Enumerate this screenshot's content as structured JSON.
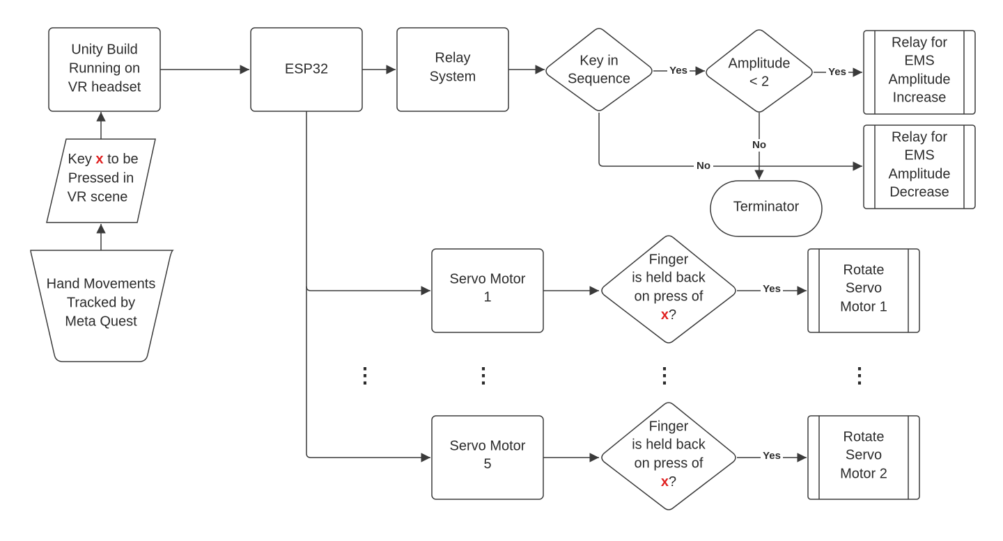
{
  "colors": {
    "accent": "#e02020",
    "stroke": "#3a3a3a",
    "text": "#2b2b2b"
  },
  "nodes": {
    "unity": [
      "Unity Build",
      "Running on",
      "VR headset"
    ],
    "key_pressed": {
      "l1_pre": "Key ",
      "l1_accent": "x",
      "l1_post": " to be",
      "l2": "Pressed in",
      "l3": "VR scene"
    },
    "hand_tracking": [
      "Hand Movements",
      "Tracked by",
      "Meta Quest"
    ],
    "esp32": "ESP32",
    "relay_system": [
      "Relay",
      "System"
    ],
    "key_in_sequence": [
      "Key in",
      "Sequence"
    ],
    "amplitude": [
      "Amplitude",
      "< 2"
    ],
    "relay_increase": [
      "Relay for",
      "EMS",
      "Amplitude",
      "Increase"
    ],
    "relay_decrease": [
      "Relay for",
      "EMS",
      "Amplitude",
      "Decrease"
    ],
    "terminator": "Terminator",
    "servo1": [
      "Servo Motor",
      "1"
    ],
    "servo5": [
      "Servo Motor",
      "5"
    ],
    "finger1": {
      "l1": "Finger",
      "l2": "is held back",
      "l3": "on press of",
      "l4_accent": "x",
      "l4_post": "?"
    },
    "finger5": {
      "l1": "Finger",
      "l2": "is held back",
      "l3": "on press of",
      "l4_accent": "x",
      "l4_post": "?"
    },
    "rotate1": [
      "Rotate",
      "Servo",
      "Motor 1"
    ],
    "rotate2": [
      "Rotate",
      "Servo",
      "Motor 2"
    ]
  },
  "edge_labels": {
    "seq_yes": "Yes",
    "amp_yes": "Yes",
    "amp_no": "No",
    "seq_no": "No",
    "finger1_yes": "Yes",
    "finger5_yes": "Yes"
  },
  "ellipsis": "⋮"
}
